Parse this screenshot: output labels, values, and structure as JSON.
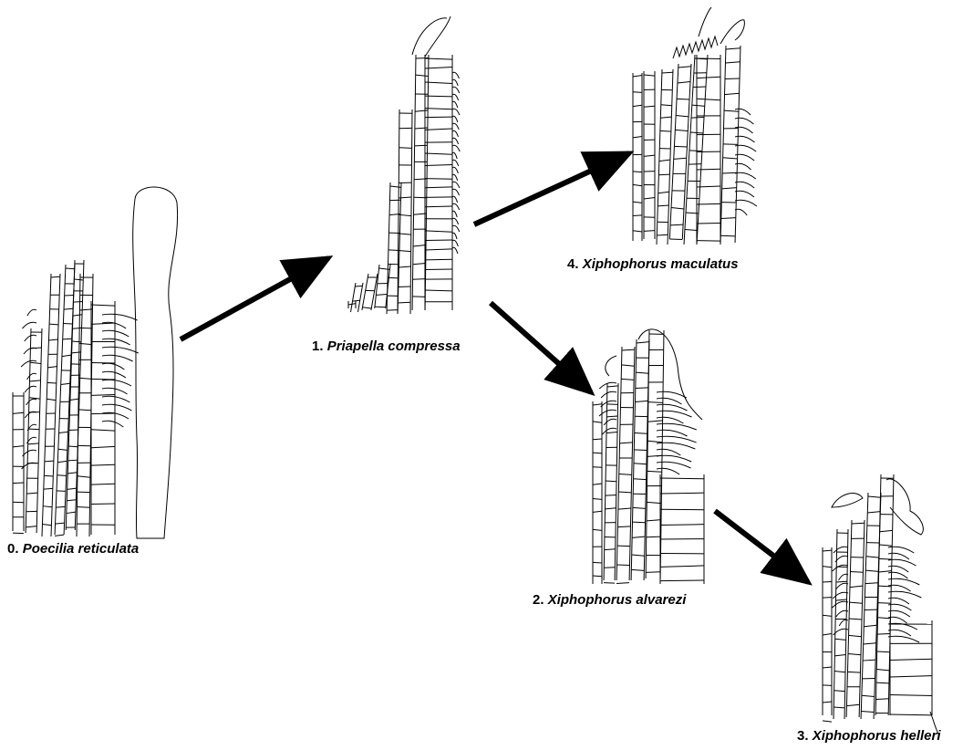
{
  "specimens": [
    {
      "number": "0.",
      "name": "Poecilia reticulata"
    },
    {
      "number": "1.",
      "name": "Priapella compressa"
    },
    {
      "number": "2.",
      "name": "Xiphophorus alvarezi"
    },
    {
      "number": "3.",
      "name": "Xiphophorus helleri"
    },
    {
      "number": "4.",
      "name": "Xiphophorus maculatus"
    }
  ],
  "arrows": [
    {
      "from": "0.",
      "to": "1."
    },
    {
      "from": "1.",
      "to": "4."
    },
    {
      "from": "1.",
      "to": "2."
    },
    {
      "from": "2.",
      "to": "3."
    }
  ],
  "colors": {
    "ink": "#000000",
    "paper": "#ffffff"
  }
}
